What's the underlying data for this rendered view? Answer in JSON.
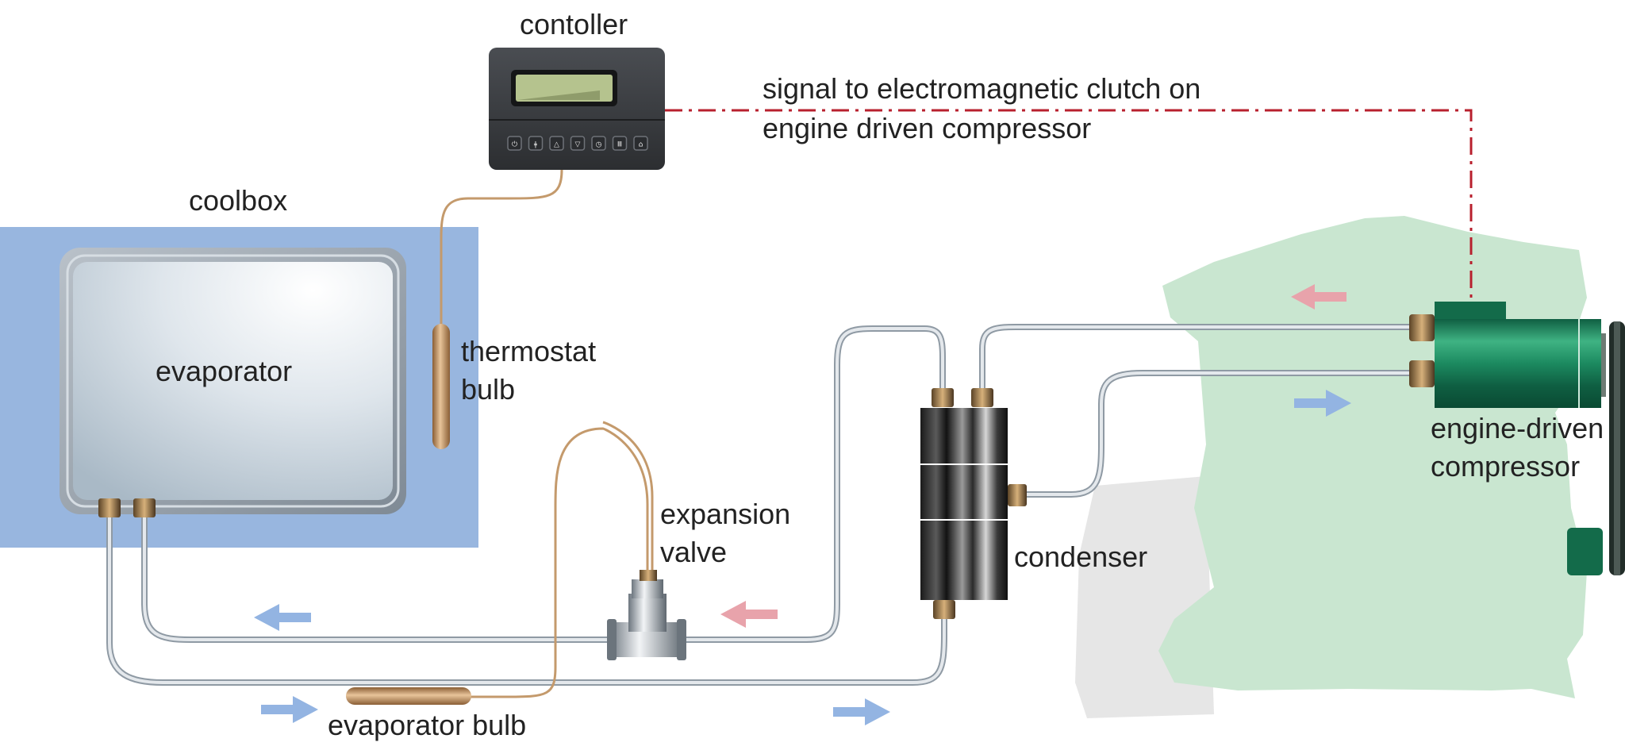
{
  "labels": {
    "controller": "contoller",
    "signal_line1": "signal to electromagnetic clutch on",
    "signal_line2": "engine driven compressor",
    "coolbox": "coolbox",
    "evaporator": "evaporator",
    "thermostat_line1": "thermostat",
    "thermostat_line2": "bulb",
    "expansion_line1": "expansion",
    "expansion_line2": "valve",
    "condenser": "condenser",
    "compressor_line1": "engine-driven",
    "compressor_line2": "compressor",
    "evaporator_bulb": "evaporator bulb"
  },
  "controller_buttons": [
    {
      "icon": "power-icon",
      "glyph": "⏻"
    },
    {
      "icon": "thermometer-icon",
      "glyph": "ǂ"
    },
    {
      "icon": "up-triangle-icon",
      "glyph": "△"
    },
    {
      "icon": "down-triangle-icon",
      "glyph": "▽"
    },
    {
      "icon": "clock-icon",
      "glyph": "◷"
    },
    {
      "icon": "grid-icon",
      "glyph": "Ⅲ"
    },
    {
      "icon": "lock-icon",
      "glyph": "⌂"
    }
  ],
  "colors": {
    "coolbox": "#98b6df",
    "engine": "#c9e6d0",
    "engine_shadow": "#e6e6e6",
    "signal_line": "#b8202e",
    "hot_arrow": "#e8a3ab",
    "cold_arrow": "#93b4e2",
    "copper_tube": "#c49a6c",
    "compressor": "#1c7f5a"
  }
}
